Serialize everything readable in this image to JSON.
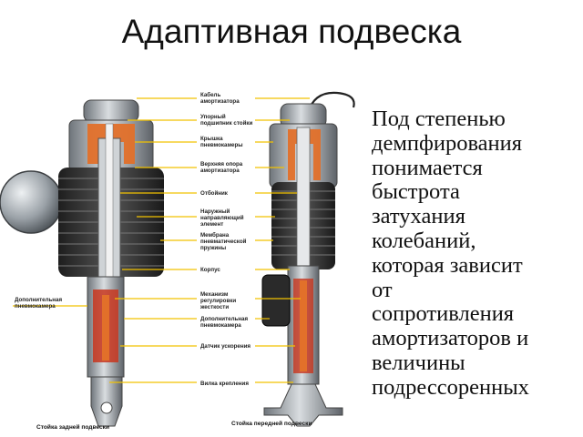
{
  "slide": {
    "title": "Адаптивная подвеска"
  },
  "body_text": {
    "lines": [
      "Под степенью",
      "демпфирования",
      "понимается",
      "быстрота",
      "затухания",
      "колебаний,",
      "которая зависит",
      "от",
      "сопротивления",
      "амортизаторов и",
      "величины",
      "подрессоренных"
    ]
  },
  "diagram": {
    "callouts": [
      {
        "line1": "Кабель",
        "line2": "амортизатора"
      },
      {
        "line1": "Упорный",
        "line2": "подшипник стойки"
      },
      {
        "line1": "Крышка",
        "line2": "пневмокамеры"
      },
      {
        "line1": "Верхняя опора",
        "line2": "амортизатора"
      },
      {
        "line1": "Отбойник",
        "line2": ""
      },
      {
        "line1": "Наружный",
        "line2": "направляющий",
        "line3": "элемент"
      },
      {
        "line1": "Мембрана",
        "line2": "пневматической",
        "line3": "пружины"
      },
      {
        "line1": "Корпус",
        "line2": ""
      },
      {
        "line1": "Механизм",
        "line2": "регулировки",
        "line3": "жесткости"
      },
      {
        "line1": "Дополнительная",
        "line2": "пневмокамера"
      },
      {
        "line1": "Датчик ускорения",
        "line2": ""
      },
      {
        "line1": "Вилка крепления",
        "line2": ""
      }
    ],
    "side_label": {
      "line1": "Дополнительная",
      "line2": "пневмокамера"
    },
    "caption_rear": "Стойка задней подвески",
    "caption_front": "Стойка передней подвески",
    "colors": {
      "leader_line": "#f2c200",
      "spring": "#3a3a3a",
      "body_metal": "#9ea3a8",
      "orange_part": "#e2702a",
      "red_part": "#c8361e"
    }
  }
}
